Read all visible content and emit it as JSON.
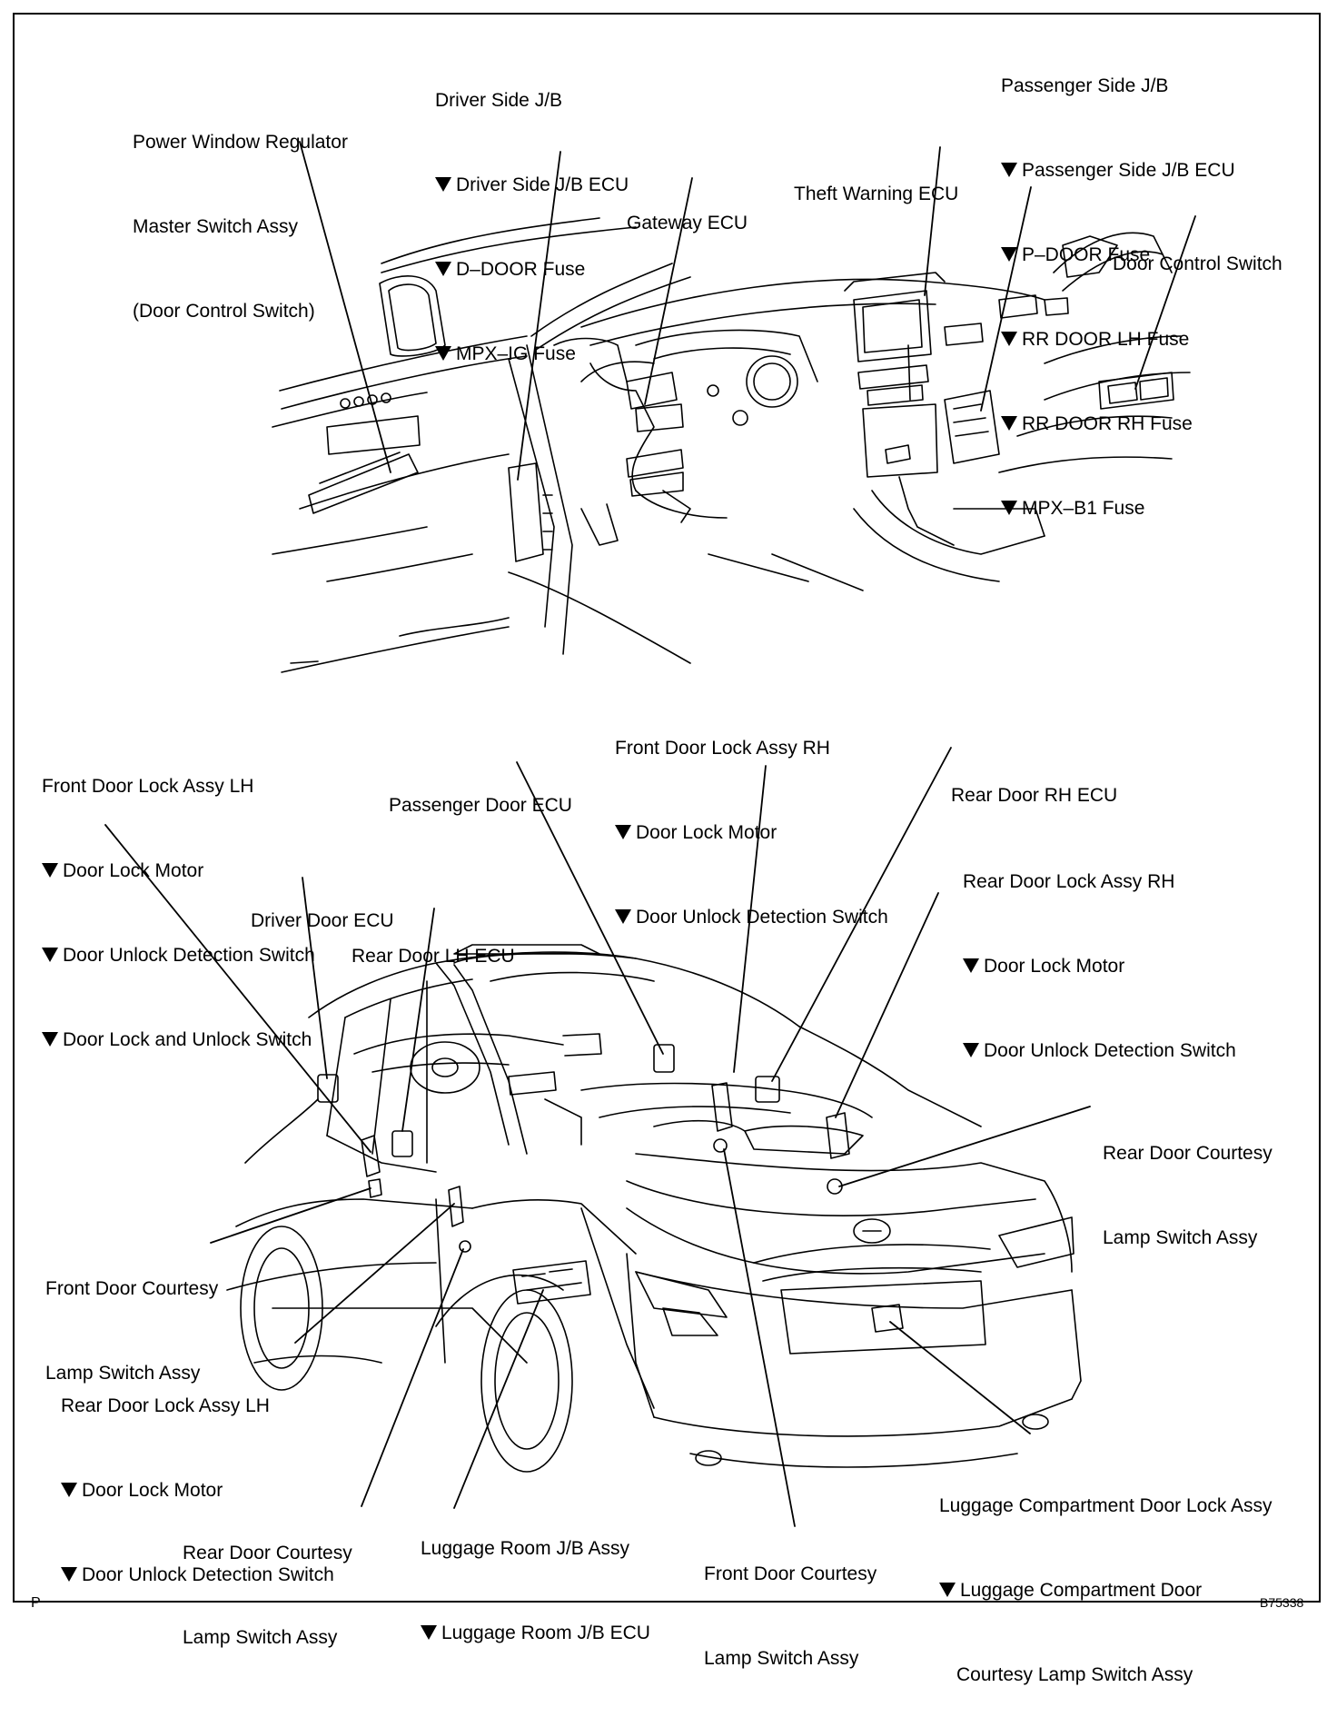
{
  "labels": {
    "power_window_master": {
      "lines": [
        "Power Window Regulator",
        "Master Switch Assy",
        "(Door Control Switch)"
      ]
    },
    "driver_jb": {
      "title": "Driver Side J/B",
      "items": [
        "Driver Side J/B ECU",
        "D–DOOR Fuse",
        "MPX–IG Fuse"
      ]
    },
    "gateway_ecu": "Gateway ECU",
    "theft_warning_ecu": "Theft Warning ECU",
    "passenger_jb": {
      "title": "Passenger Side J/B",
      "items": [
        "Passenger Side J/B ECU",
        "P–DOOR Fuse",
        "RR DOOR LH Fuse",
        "RR DOOR RH Fuse",
        "MPX–B1 Fuse"
      ]
    },
    "door_control_switch": "Door Control Switch",
    "front_door_lock_lh": {
      "title": "Front Door Lock Assy LH",
      "items": [
        "Door Lock Motor",
        "Door Unlock Detection Switch",
        "Door Lock and Unlock Switch"
      ]
    },
    "passenger_door_ecu": "Passenger Door ECU",
    "front_door_lock_rh": {
      "title": "Front Door Lock Assy RH",
      "items": [
        "Door Lock Motor",
        "Door Unlock Detection Switch"
      ]
    },
    "rear_door_rh_ecu": "Rear Door RH ECU",
    "rear_door_lock_rh": {
      "title": "Rear Door Lock Assy RH",
      "items": [
        "Door Lock Motor",
        "Door Unlock Detection Switch"
      ]
    },
    "driver_door_ecu": "Driver Door ECU",
    "rear_door_lh_ecu": "Rear Door LH ECU",
    "rear_courtesy_rh": {
      "lines": [
        "Rear Door Courtesy",
        "Lamp Switch Assy"
      ]
    },
    "front_courtesy_lh": {
      "lines": [
        "Front Door Courtesy",
        "Lamp Switch Assy"
      ]
    },
    "rear_door_lock_lh": {
      "title": "Rear Door Lock Assy LH",
      "items": [
        "Door Lock Motor",
        "Door Unlock Detection Switch"
      ]
    },
    "rear_courtesy_lh": {
      "lines": [
        "Rear Door Courtesy",
        "Lamp Switch Assy"
      ]
    },
    "luggage_jb": {
      "title": "Luggage Room J/B Assy",
      "items": [
        "Luggage Room J/B ECU"
      ]
    },
    "front_courtesy_rh": {
      "lines": [
        "Front Door Courtesy",
        "Lamp Switch Assy"
      ]
    },
    "luggage_lock": {
      "title": "Luggage Compartment Door Lock Assy",
      "items": [
        "Luggage Compartment Door"
      ],
      "continuation": "Courtesy Lamp Switch Assy"
    }
  },
  "corner_left": "P",
  "figure_code": "B75338",
  "bullet_icon": "down-triangle-icon"
}
